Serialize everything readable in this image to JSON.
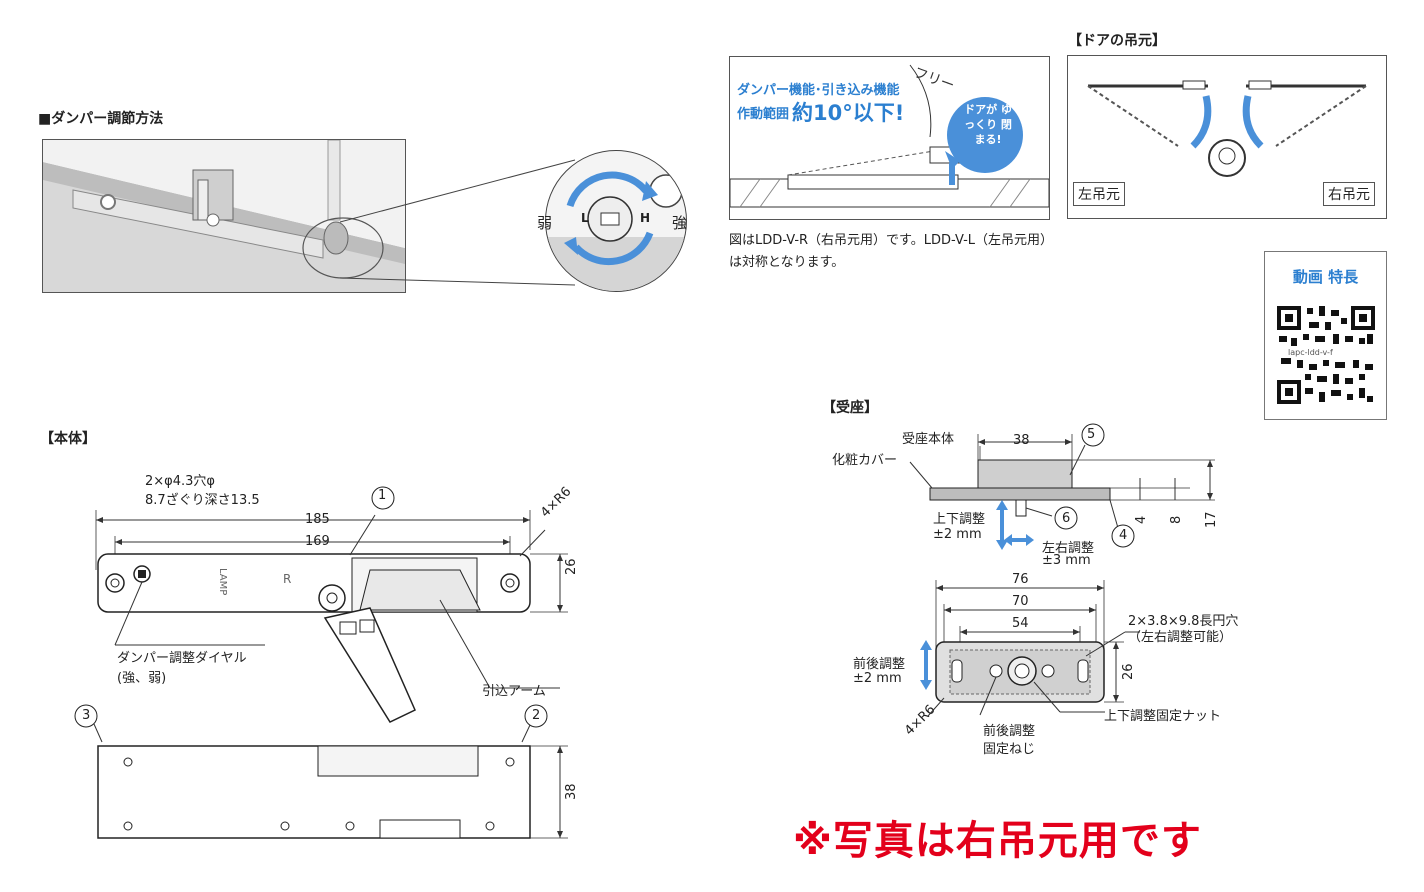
{
  "damper": {
    "title": "■ダンパー調節方法",
    "weak": "弱",
    "strong": "強",
    "dial_l": "L",
    "dial_h": "H"
  },
  "soft_close": {
    "callout_line1": "ダンパー機能･引き込み機能",
    "callout_range_label": "作動範囲",
    "callout_range_value": "約10°以下!",
    "free_label": "フリー",
    "bubble": "ドアが ゆっくり 閉まる!",
    "note": "図はLDD-V-R（右吊元用）です。LDD-V-L（左吊元用）は対称となります。"
  },
  "door_hinge": {
    "title": "【ドアの吊元】",
    "left": "左吊元",
    "right": "右吊元"
  },
  "qr": {
    "title": "動画 特長",
    "caption": "lapc-ldd-v-f"
  },
  "body_section": {
    "title": "【本体】",
    "holes_line1": "2×φ4.3穴φ",
    "holes_line2": "8.7ざぐり深さ13.5",
    "dim_185": "185",
    "dim_169": "169",
    "dim_26": "26",
    "dim_38": "38",
    "radius": "4×R6",
    "dial_label": "ダンパー調整ダイヤル",
    "dial_sub": "(強、弱)",
    "arm_label": "引込アーム",
    "marks": [
      "1",
      "2",
      "3"
    ],
    "body_r": "R",
    "body_brand": "LAMP"
  },
  "receiver": {
    "title": "【受座】",
    "main_label": "受座本体",
    "cover_label": "化粧カバー",
    "dim_38": "38",
    "dim_4": "4",
    "dim_8": "8",
    "dim_17": "17",
    "vert_adj": "上下調整",
    "vert_val": "±2 mm",
    "lr_adj": "左右調整",
    "lr_val": "±3 mm",
    "marks": [
      "4",
      "5",
      "6"
    ],
    "dim_76": "76",
    "dim_70": "70",
    "dim_54": "54",
    "dim_26": "26",
    "slot_line1": "2×3.8×9.8長円穴",
    "slot_line2": "（左右調整可能）",
    "fb_adj": "前後調整",
    "fb_val": "±2 mm",
    "radius": "4×R6",
    "nut_label": "上下調整固定ナット",
    "screw_line1": "前後調整",
    "screw_line2": "固定ねじ"
  },
  "footer": {
    "note": "※写真は右吊元用です"
  },
  "colors": {
    "accent_blue": "#4a90d9",
    "callout_blue": "#2b7fd0",
    "red": "#e3001b"
  }
}
